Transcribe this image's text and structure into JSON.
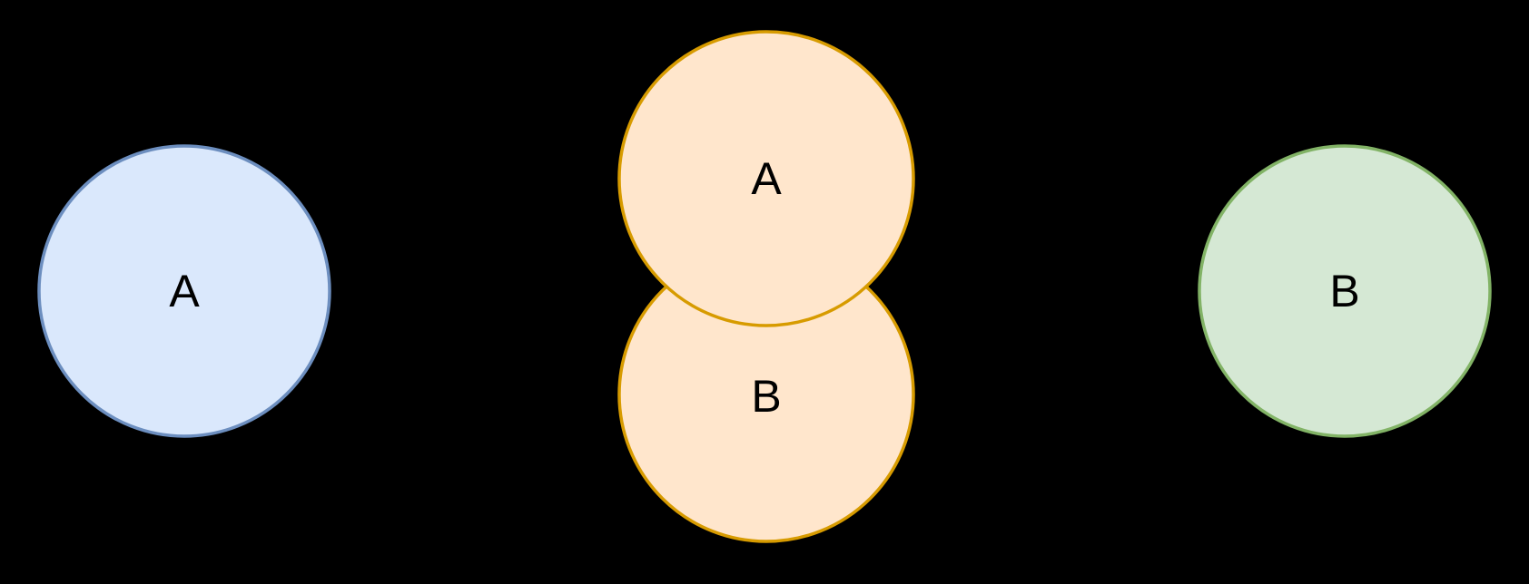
{
  "canvas": {
    "background": "#000000",
    "label_color": "#000000"
  },
  "shapes": {
    "left_circle": {
      "label": "A",
      "fill": "#dae8fc",
      "stroke": "#6c8ebf"
    },
    "middle_bottom_circle": {
      "label": "B",
      "fill": "#ffe6cc",
      "stroke": "#d79b00"
    },
    "middle_top_circle": {
      "label": "A",
      "fill": "#ffe6cc",
      "stroke": "#d79b00"
    },
    "right_circle": {
      "label": "B",
      "fill": "#d5e8d4",
      "stroke": "#82b366"
    }
  }
}
